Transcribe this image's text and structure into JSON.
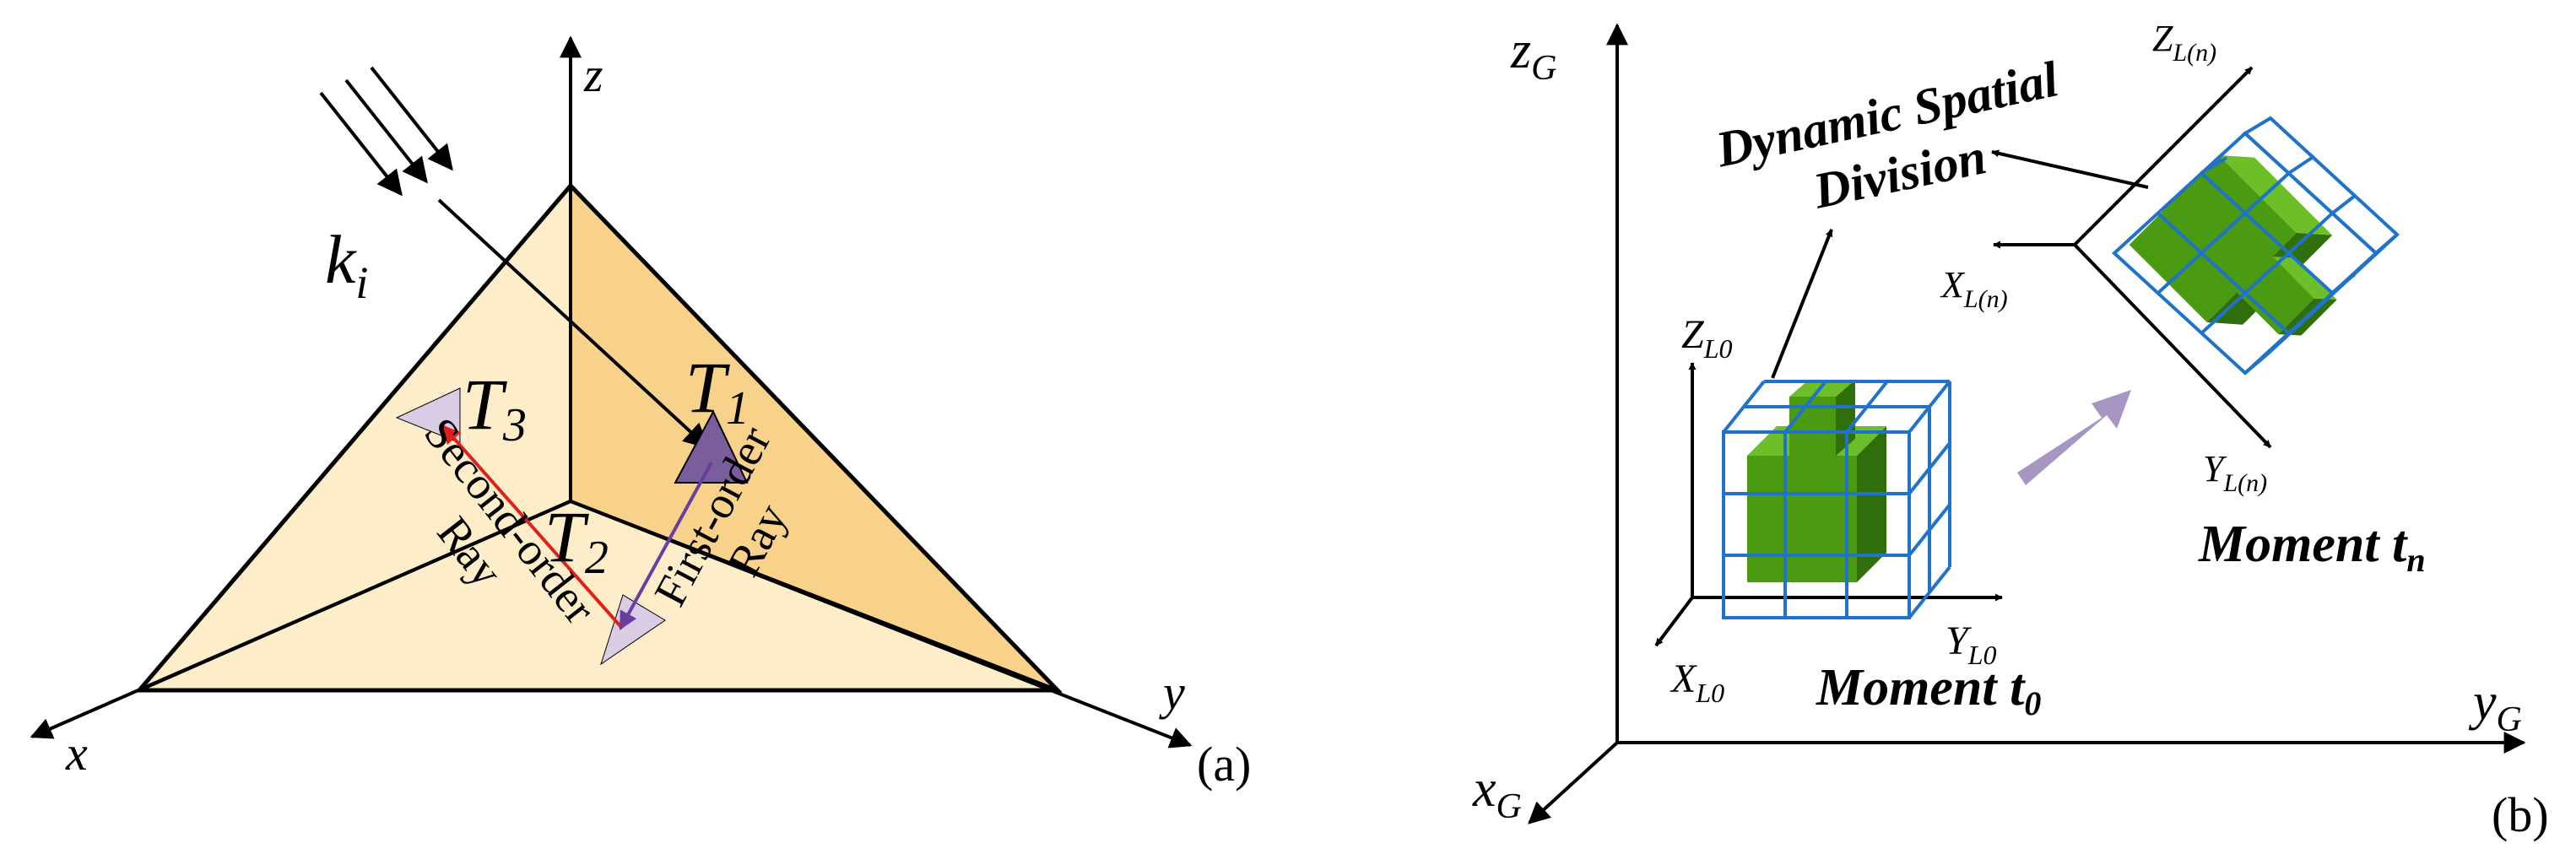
{
  "panel_a": {
    "axis_x": "x",
    "axis_y": "y",
    "axis_z": "z",
    "incident_k": "k",
    "incident_sub": "i",
    "t1": "T",
    "t1_sub": "1",
    "t2": "T",
    "t2_sub": "2",
    "t3": "T",
    "t3_sub": "3",
    "first_order_line1": "First-order",
    "first_order_line2": "Ray",
    "second_order_line1": "Second-order",
    "second_order_line2": "Ray",
    "panel_label": "(a)",
    "colors": {
      "face_light": "#fdeec9",
      "face_mid": "#fbe3ab",
      "face_dark": "#f8d18a",
      "facet_dark": "#7a5e9c",
      "facet_light": "#d9cde6",
      "first_order_ray": "#6a3ea1",
      "second_order_ray": "#e0201b"
    }
  },
  "panel_b": {
    "axis_xg": "x",
    "axis_xg_sub": "G",
    "axis_yg": "y",
    "axis_yg_sub": "G",
    "axis_zg": "z",
    "axis_zg_sub": "G",
    "dsd_line1": "Dynamic Spatial",
    "dsd_line2": "Division",
    "zl0": "Z",
    "zl0_sub": "L0",
    "yl0": "Y",
    "yl0_sub": "L0",
    "xl0": "X",
    "xl0_sub": "L0",
    "zln": "Z",
    "zln_sub1": "L(",
    "zln_sub2": "n",
    "zln_sub3": ")",
    "xln": "X",
    "xln_sub1": "L(",
    "xln_sub2": "n",
    "xln_sub3": ")",
    "yln": "Y",
    "yln_sub1": "L(",
    "yln_sub2": "n",
    "yln_sub3": ")",
    "moment_t0": "Moment t",
    "moment_t0_sub": "0",
    "moment_tn": "Moment t",
    "moment_tn_sub": "n",
    "panel_label": "(b)",
    "colors": {
      "grid_blue": "#1f73c8",
      "object_green": "#4a9a12",
      "object_green_dark": "#2f6e0a",
      "object_green_light": "#6cbf28",
      "motion_arrow": "#a896c2"
    }
  }
}
